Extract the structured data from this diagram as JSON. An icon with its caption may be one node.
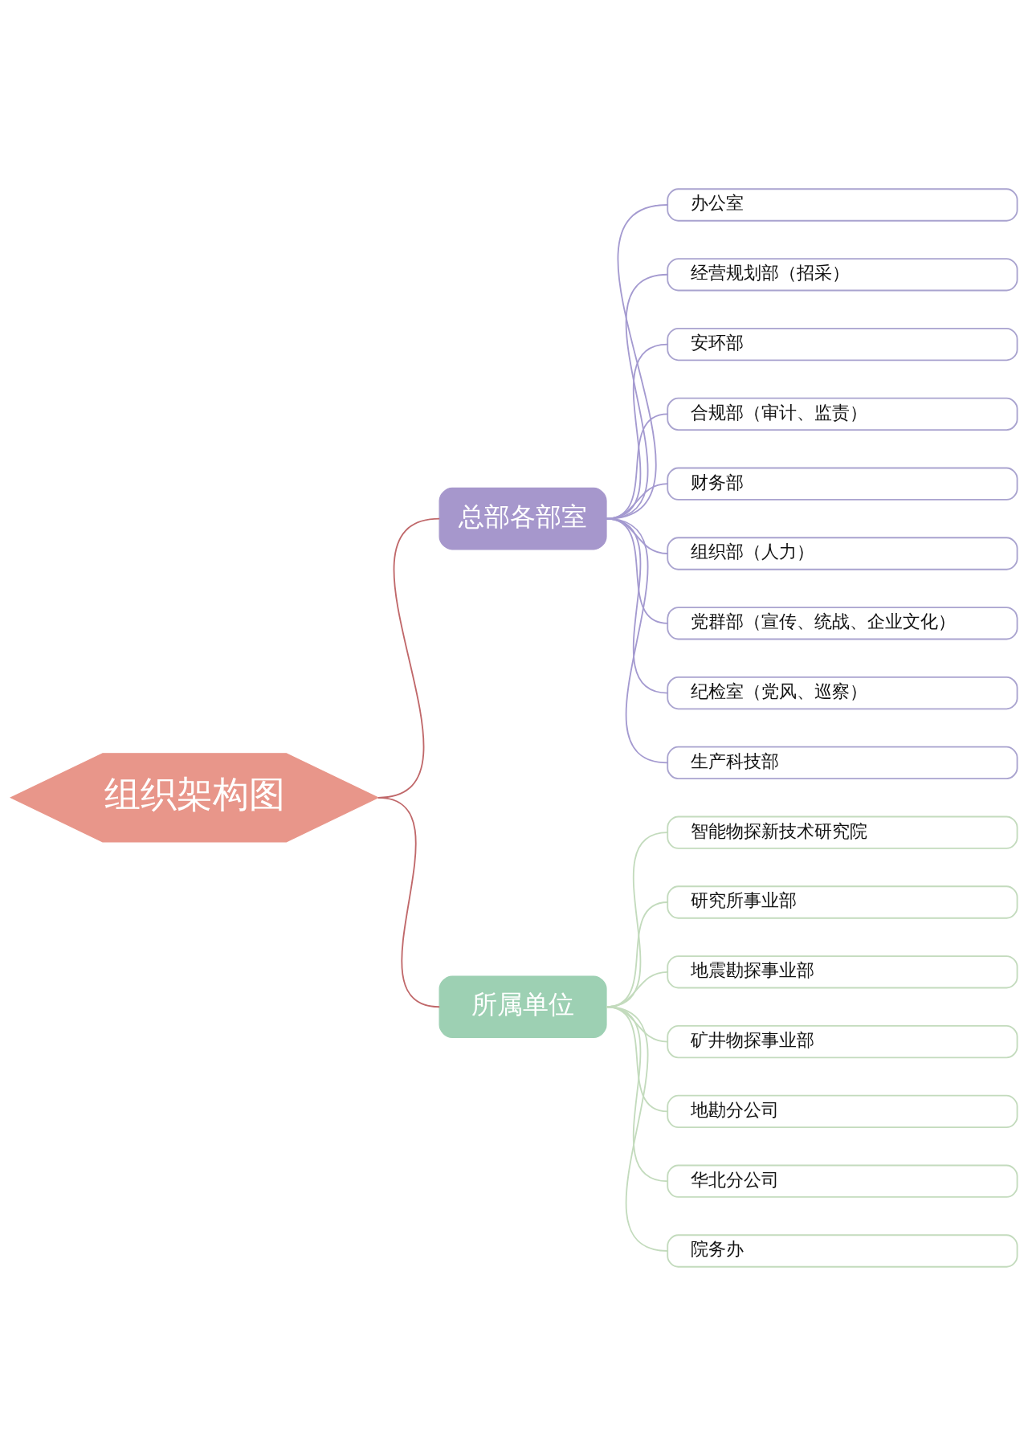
{
  "diagram": {
    "nodes": [
      {
        "text": [
          "组织架构图"
        ]
      },
      {
        "text": [
          "总部各部室"
        ]
      },
      {
        "text": [
          "办公室"
        ]
      },
      {
        "text": [
          "经营规划部（招采）"
        ]
      },
      {
        "text": [
          "安环部"
        ]
      },
      {
        "text": [
          "合规部（审计、监责）"
        ]
      },
      {
        "text": [
          "财务部"
        ]
      },
      {
        "text": [
          "组织部（人力）"
        ]
      },
      {
        "text": [
          "党群部（宣传、统战、企业文化）"
        ]
      },
      {
        "text": [
          "纪检室（党风、巡察）"
        ]
      },
      {
        "text": [
          "生产科技部"
        ]
      },
      {
        "text": [
          "所属单位"
        ]
      },
      {
        "text": [
          "智能物探新技术研究院"
        ]
      },
      {
        "text": [
          "研究所事业部"
        ]
      },
      {
        "text": [
          "地震勘探事业部"
        ]
      },
      {
        "text": [
          "矿井物探事业部"
        ]
      },
      {
        "text": [
          "地勘分公司"
        ]
      },
      {
        "text": [
          "华北分公司"
        ]
      },
      {
        "text": [
          "院务办"
        ]
      }
    ],
    "edges": [
      {
        "from": 0,
        "to": 1,
        "arrow": "none",
        "color": "#c0686a"
      },
      {
        "from": 1,
        "to": 2,
        "arrow": "none"
      },
      {
        "from": 1,
        "to": 3,
        "arrow": "none"
      },
      {
        "from": 1,
        "to": 4,
        "arrow": "none"
      },
      {
        "from": 1,
        "to": 5,
        "arrow": "none"
      },
      {
        "from": 1,
        "to": 6,
        "arrow": "none"
      },
      {
        "from": 1,
        "to": 7,
        "arrow": "none"
      },
      {
        "from": 1,
        "to": 8,
        "arrow": "none"
      },
      {
        "from": 1,
        "to": 9,
        "arrow": "none"
      },
      {
        "from": 1,
        "to": 10,
        "arrow": "none"
      },
      {
        "from": 0,
        "to": 11,
        "arrow": "none",
        "color": "#c0686a"
      },
      {
        "from": 11,
        "to": 12,
        "arrow": "none",
        "color": "#c3dbbd"
      },
      {
        "from": 11,
        "to": 13,
        "arrow": "none",
        "color": "#c3dbbd"
      },
      {
        "from": 11,
        "to": 14,
        "arrow": "none",
        "color": "#c3dbbd"
      },
      {
        "from": 11,
        "to": 15,
        "arrow": "none",
        "color": "#c3dbbd"
      },
      {
        "from": 11,
        "to": 16,
        "arrow": "none",
        "color": "#c3dbbd"
      },
      {
        "from": 11,
        "to": 17,
        "arrow": "none",
        "color": "#c3dbbd"
      },
      {
        "from": 11,
        "to": 18,
        "arrow": "none",
        "color": "#c3dbbd"
      }
    ]
  }
}
